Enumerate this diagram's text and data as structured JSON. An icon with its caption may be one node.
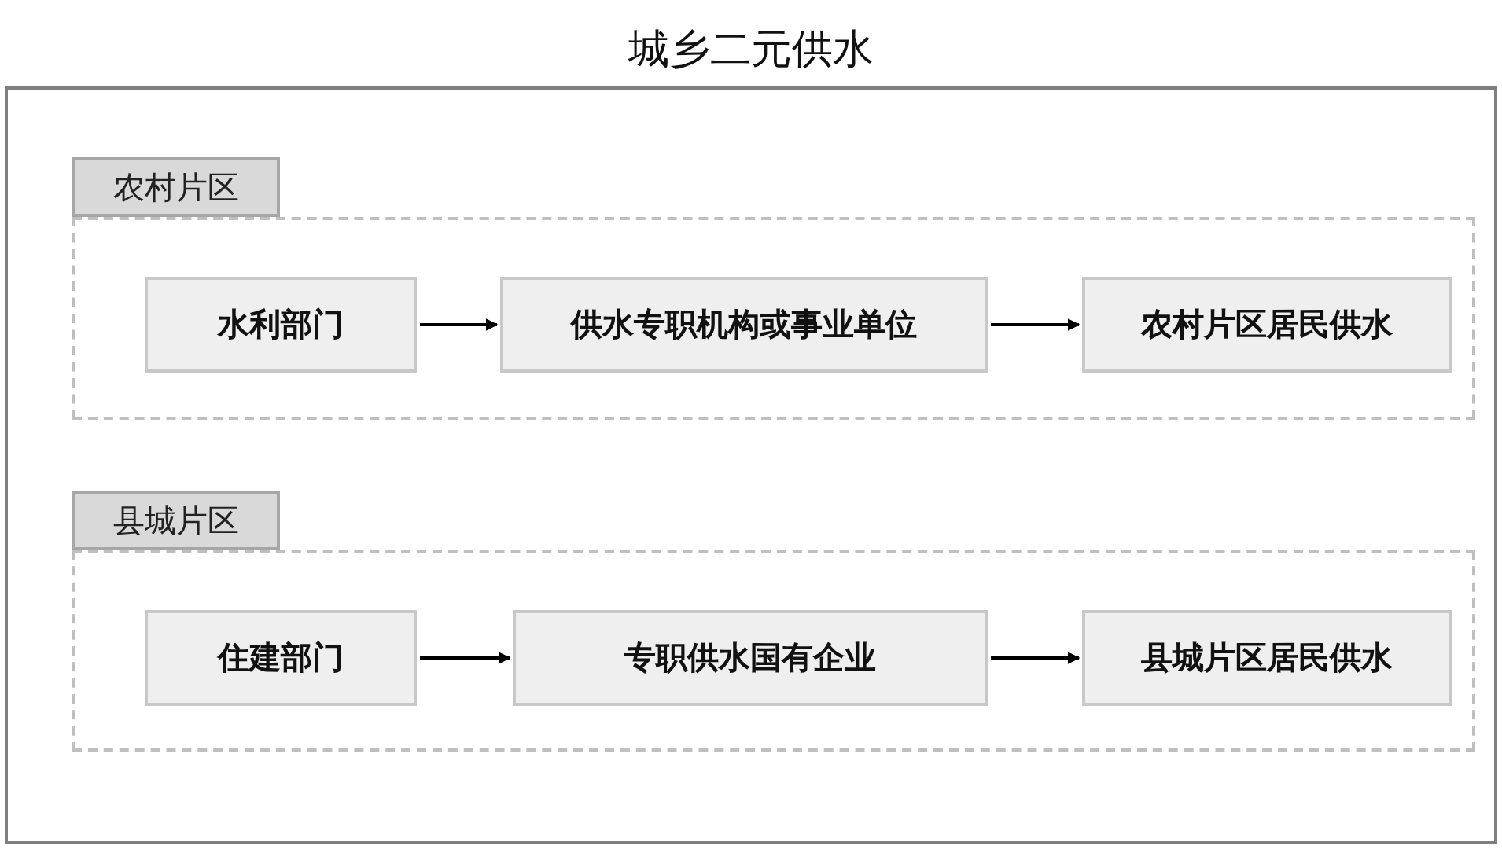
{
  "diagram": {
    "title": "城乡二元供水",
    "nodes": [
      {
        "text": [
          "农村片区"
        ]
      },
      {
        "text": [
          "水利部门"
        ],
        "in": 0
      },
      {
        "text": [
          "供水专职机构或事业单位"
        ],
        "in": 0
      },
      {
        "text": [
          "农村片区居民供水"
        ],
        "in": 0
      },
      {
        "text": [
          "县城片区"
        ]
      },
      {
        "text": [
          "住建部门"
        ],
        "in": 4
      },
      {
        "text": [
          "专职供水国有企业"
        ],
        "in": 4
      },
      {
        "text": [
          "县城片区居民供水"
        ],
        "in": 4
      }
    ],
    "edges": [
      {
        "from": 1,
        "to": 2,
        "arrow": "to"
      },
      {
        "from": 2,
        "to": 3,
        "arrow": "to"
      },
      {
        "from": 5,
        "to": 6,
        "arrow": "to"
      },
      {
        "from": 6,
        "to": 7,
        "arrow": "to"
      }
    ]
  }
}
